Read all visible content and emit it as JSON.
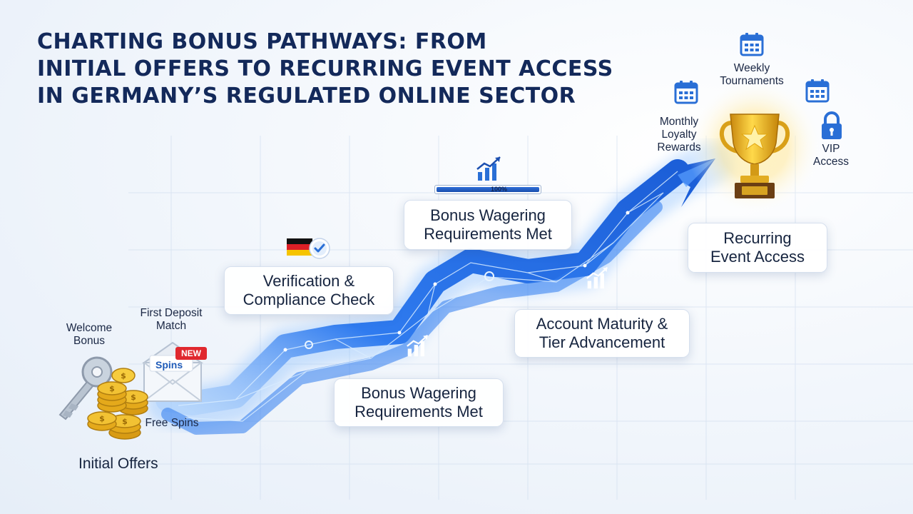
{
  "title_lines": [
    "CHARTING BONUS PATHWAYS: FROM",
    "INITIAL OFFERS TO RECURRING EVENT ACCESS",
    "IN GERMANY’S REGULATED ONLINE SECTOR"
  ],
  "initial": {
    "welcome_bonus": [
      "Welcome",
      "Bonus"
    ],
    "first_deposit": [
      "First Deposit",
      "Match"
    ],
    "spins_tag": "Spins",
    "new_badge": "NEW",
    "free_spins": "Free Spins",
    "label": "Initial Offers"
  },
  "steps": {
    "verification": [
      "Verification &",
      "Compliance Check"
    ],
    "wagering_lower": [
      "Bonus Wagering",
      "Requirements Met"
    ],
    "wagering_upper": [
      "Bonus Wagering",
      "Requirements Met"
    ],
    "account_maturity": [
      "Account Maturity &",
      "Tier Advancement"
    ],
    "recurring": [
      "Recurring",
      "Event Access"
    ]
  },
  "progress": {
    "label": "100%",
    "value": 1.0
  },
  "rewards": {
    "weekly": [
      "Weekly",
      "Tournaments"
    ],
    "monthly": [
      "Monthly",
      "Loyalty",
      "Rewards"
    ],
    "vip": [
      "VIP",
      "Access"
    ]
  },
  "icons": [
    "key-icon",
    "gold-coins-icon",
    "envelope-icon",
    "german-flag-icon",
    "check-badge-icon",
    "growth-chart-icon",
    "calendar-icon",
    "padlock-icon",
    "trophy-icon",
    "star-icon"
  ],
  "colors": {
    "title": "#13295a",
    "path": "#2f7bef",
    "path_glow": "#8cc4ff",
    "gold": "#f2b81e",
    "flag_black": "#111111",
    "flag_red": "#dd1f26",
    "flag_gold": "#f6c400",
    "badge_red": "#e0282e"
  }
}
